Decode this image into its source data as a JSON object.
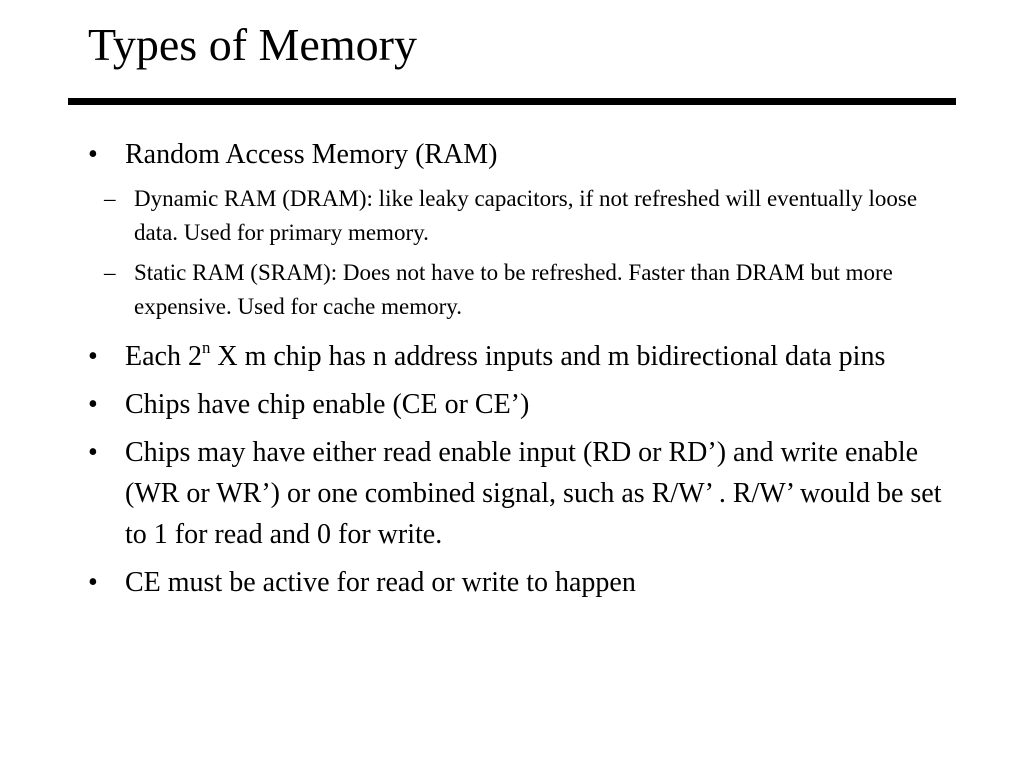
{
  "slide": {
    "title": "Types of Memory",
    "bullet_marker": "•",
    "sub_marker": "–",
    "bullets": [
      {
        "text": "Random Access Memory (RAM)",
        "sub": [
          "Dynamic RAM (DRAM): like leaky capacitors, if not refreshed will eventually loose data.  Used for primary memory.",
          "Static RAM (SRAM): Does not have to be refreshed.  Faster than DRAM but more expensive.  Used for cache memory."
        ]
      },
      {
        "text_pre": "Each 2",
        "text_sup": "n",
        "text_post": " X m chip has n address inputs and m bidirectional data pins"
      },
      {
        "text": "Chips have chip enable (CE or CE’)"
      },
      {
        "text": "Chips may have either read enable input (RD or RD’) and write enable (WR or WR’) or one combined signal, such as R/W’ .  R/W’ would be set to 1 for read and 0 for write."
      },
      {
        "text": "CE must be active for read or write to happen"
      }
    ]
  }
}
